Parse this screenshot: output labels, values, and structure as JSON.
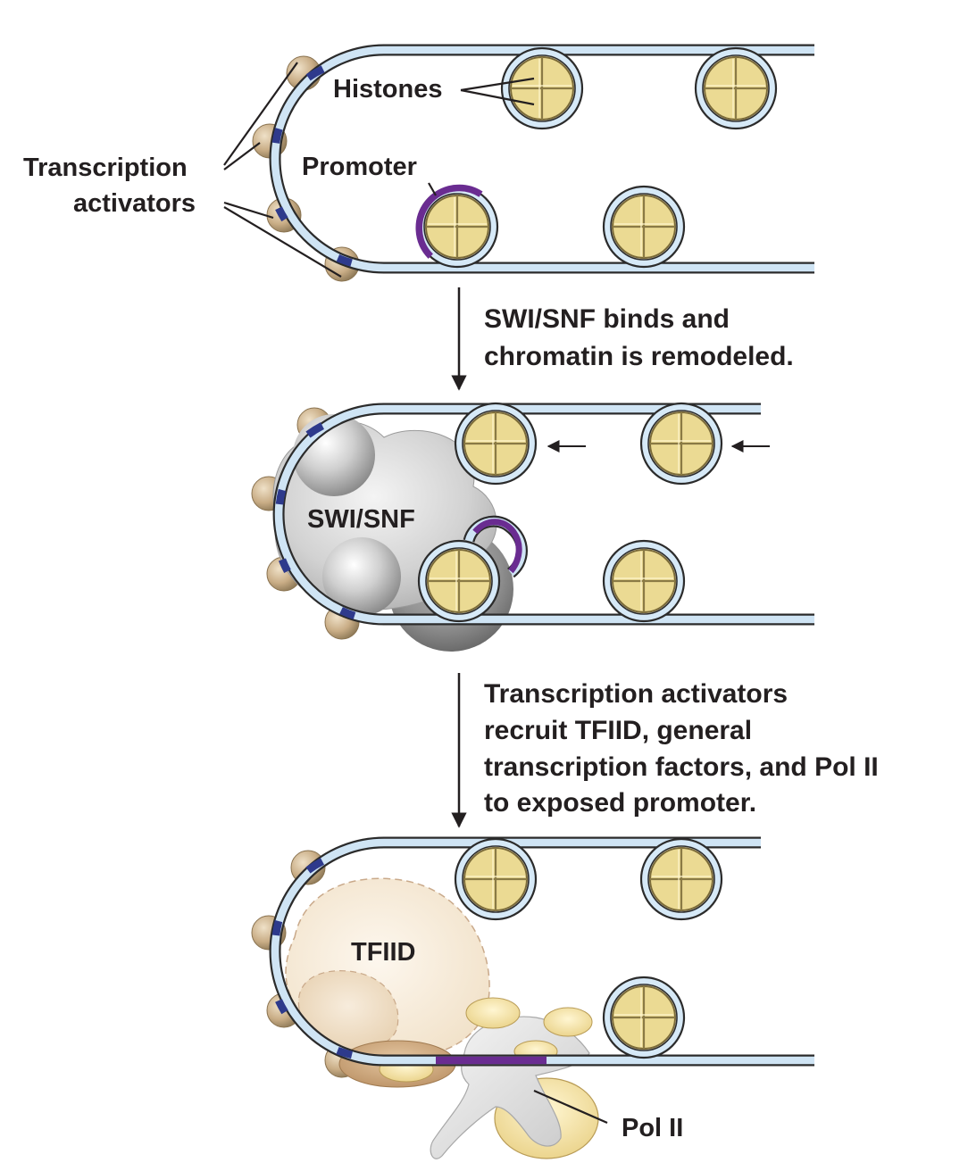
{
  "labels": {
    "histones": "Histones",
    "promoter": "Promoter",
    "activators_line1": "Transcription",
    "activators_line2": "activators",
    "swisnf": "SWI/SNF",
    "tfiid": "TFIID",
    "pol2": "Pol II"
  },
  "steps": {
    "step1": [
      "SWI/SNF binds and",
      "chromatin is remodeled."
    ],
    "step2": [
      "Transcription activators",
      "recruit TFIID,  general",
      "transcription factors, and Pol II",
      "to exposed promoter."
    ]
  },
  "colors": {
    "dna_fill": "#cfe4f4",
    "dna_stroke": "#2b2b2b",
    "histone_fill": "#ecdc96",
    "histone_stroke": "#6b5f2f",
    "activator": "#c9ad86",
    "binding_site": "#2e3a8c",
    "promoter": "#6a2c91",
    "swisnf": "#bdbdbd",
    "tfiid": "#f7ead6",
    "pol2": "#e3e3e3"
  }
}
